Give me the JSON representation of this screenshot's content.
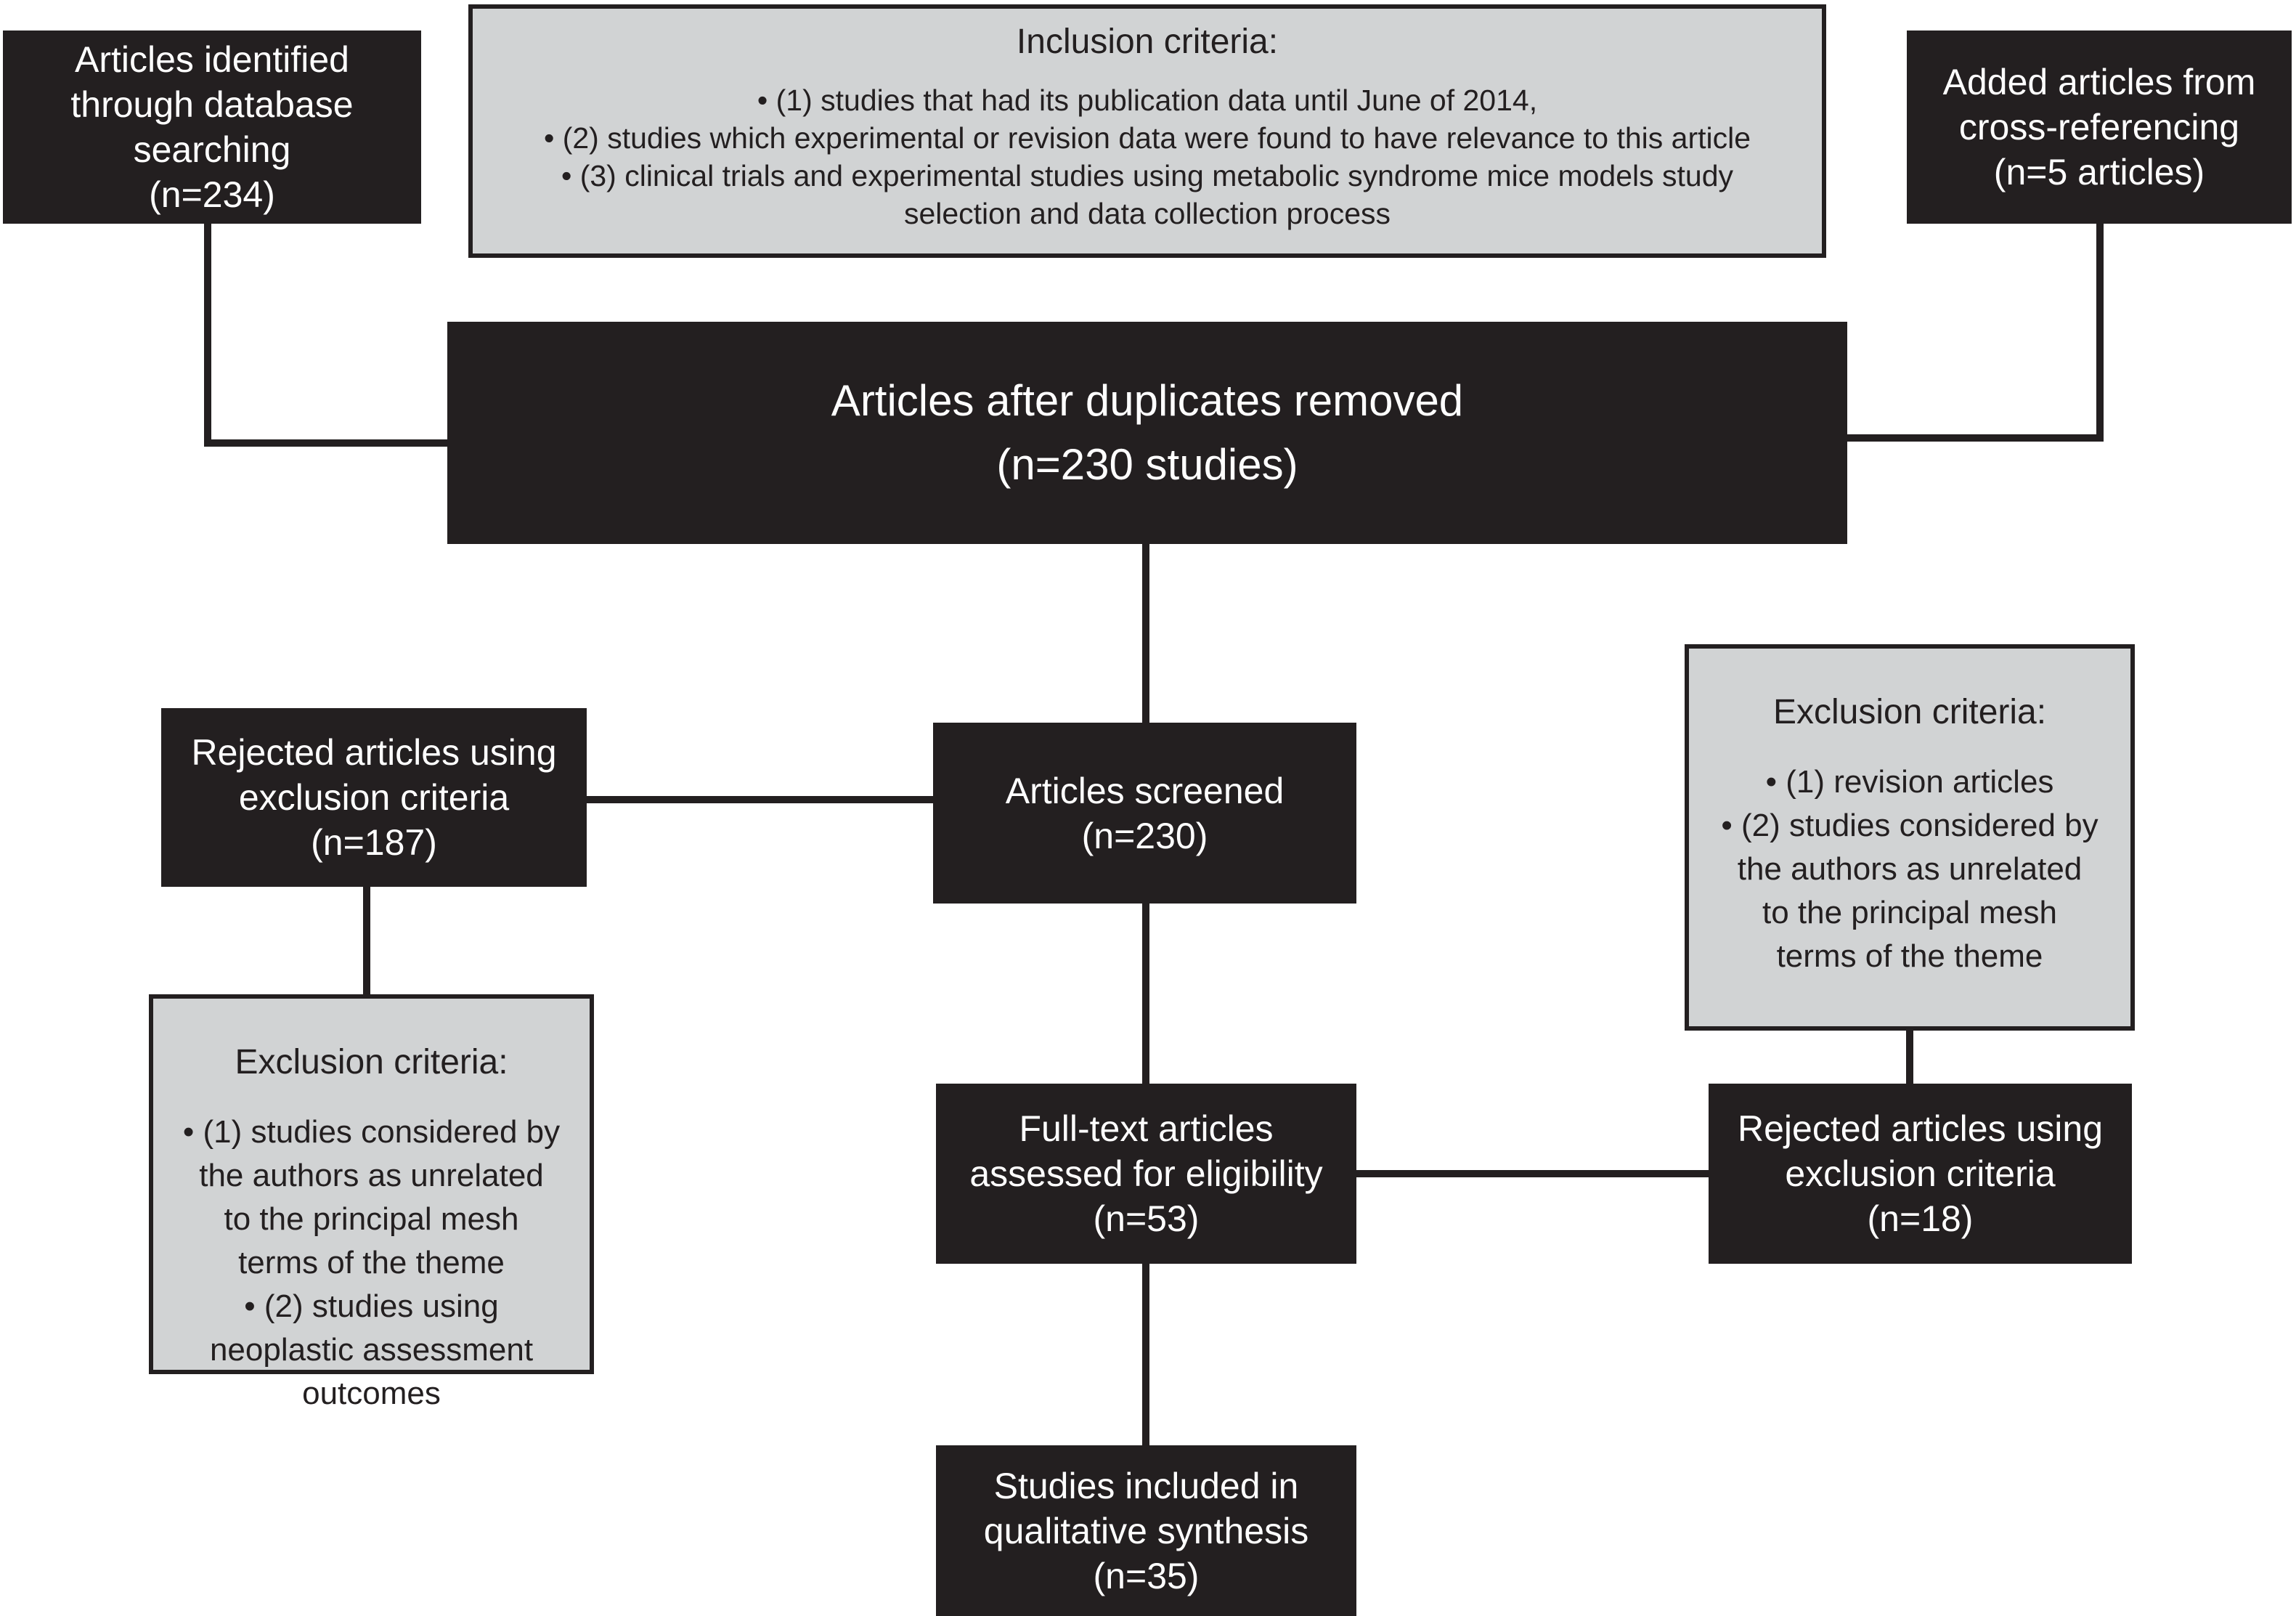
{
  "figure": {
    "type": "flow-diagram",
    "description_visible": false
  },
  "colors": {
    "box_fill": "#231f20",
    "box_text": "#ffffff",
    "panel_fill": "#d1d3d4",
    "panel_border": "#231f20",
    "connector": "#231f20",
    "page_bg": "#ffffff"
  },
  "boxes": {
    "identified": "Articles identified\nthrough database\nsearching\n(n=234)",
    "added": "Added articles from\ncross-referencing\n(n=5 articles)",
    "duplicates": "Articles after duplicates removed\n(n=230 studies)",
    "rejected_187": "Rejected articles using\nexclusion criteria\n(n=187)",
    "screened": "Articles screened\n(n=230)",
    "fulltext": "Full-text articles\nassessed for eligibility\n(n=53)",
    "rejected_18": "Rejected articles using\nexclusion criteria\n(n=18)",
    "included": "Studies included in\nqualitative synthesis\n(n=35)"
  },
  "inclusion_panel": {
    "title": "Inclusion criteria:",
    "bullets": [
      "• (1) studies that had its publication data until June of 2014,",
      "• (2) studies which experimental or revision data were found to have relevance to this article",
      "• (3) clinical trials and experimental studies using metabolic syndrome mice models study\nselection and data collection process"
    ]
  },
  "exclusion_panel_right": {
    "title": "Exclusion criteria:",
    "bullets": [
      "• (1) revision articles",
      "• (2) studies considered by\nthe authors as unrelated\nto the principal mesh\nterms of the theme"
    ]
  },
  "exclusion_panel_left": {
    "title": "Exclusion criteria:",
    "bullets": [
      "• (1) studies considered by\nthe authors as unrelated\nto the principal mesh\nterms of the theme",
      "• (2) studies using\nneoplastic assessment\noutcomes"
    ]
  }
}
